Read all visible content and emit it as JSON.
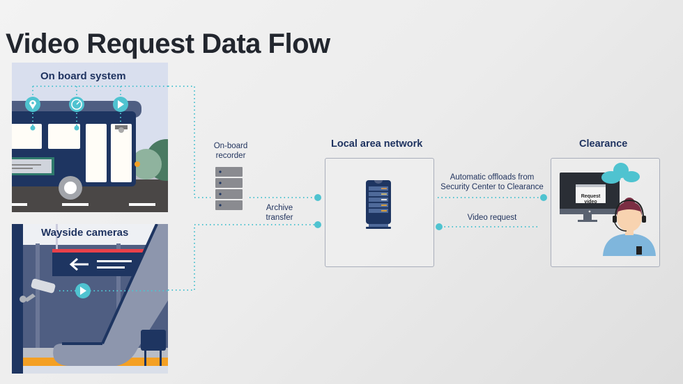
{
  "title": "Video Request Data Flow",
  "colors": {
    "accent": "#4fc3d0",
    "navy": "#1f3360",
    "bus_body": "#1e3561",
    "bus_roof": "#4f5e82",
    "road": "#4a4746",
    "tree": "#4a7a62",
    "sign_red": "#e8414a",
    "platform_yellow": "#f4a024",
    "escalator": "#8d96ad",
    "cloud": "#4fc3d0",
    "hair": "#7b2e43",
    "shirt": "#7fb6dc"
  },
  "panels": {
    "onboard": {
      "title": "On board system",
      "icons": [
        "location-pin-icon",
        "speedometer-icon",
        "play-icon"
      ]
    },
    "wayside": {
      "title": "Wayside cameras",
      "icons": [
        "security-camera-icon",
        "play-icon",
        "arrow-left-icon"
      ]
    }
  },
  "recorder": {
    "label_line1": "On-board",
    "label_line2": "recorder"
  },
  "archive": {
    "label_line1": "Archive",
    "label_line2": "transfer"
  },
  "lan": {
    "title": "Local area network",
    "icon": "server-rack-icon"
  },
  "offload": {
    "label_line1": "Automatic offloads from",
    "label_line2": "Security Center to Clearance"
  },
  "video_request": {
    "label": "Video request"
  },
  "clearance": {
    "title": "Clearance",
    "screen_text_line1": "Request",
    "screen_text_line2": "video",
    "icons": [
      "monitor-icon",
      "cloud-icon",
      "operator-headset-icon"
    ]
  }
}
